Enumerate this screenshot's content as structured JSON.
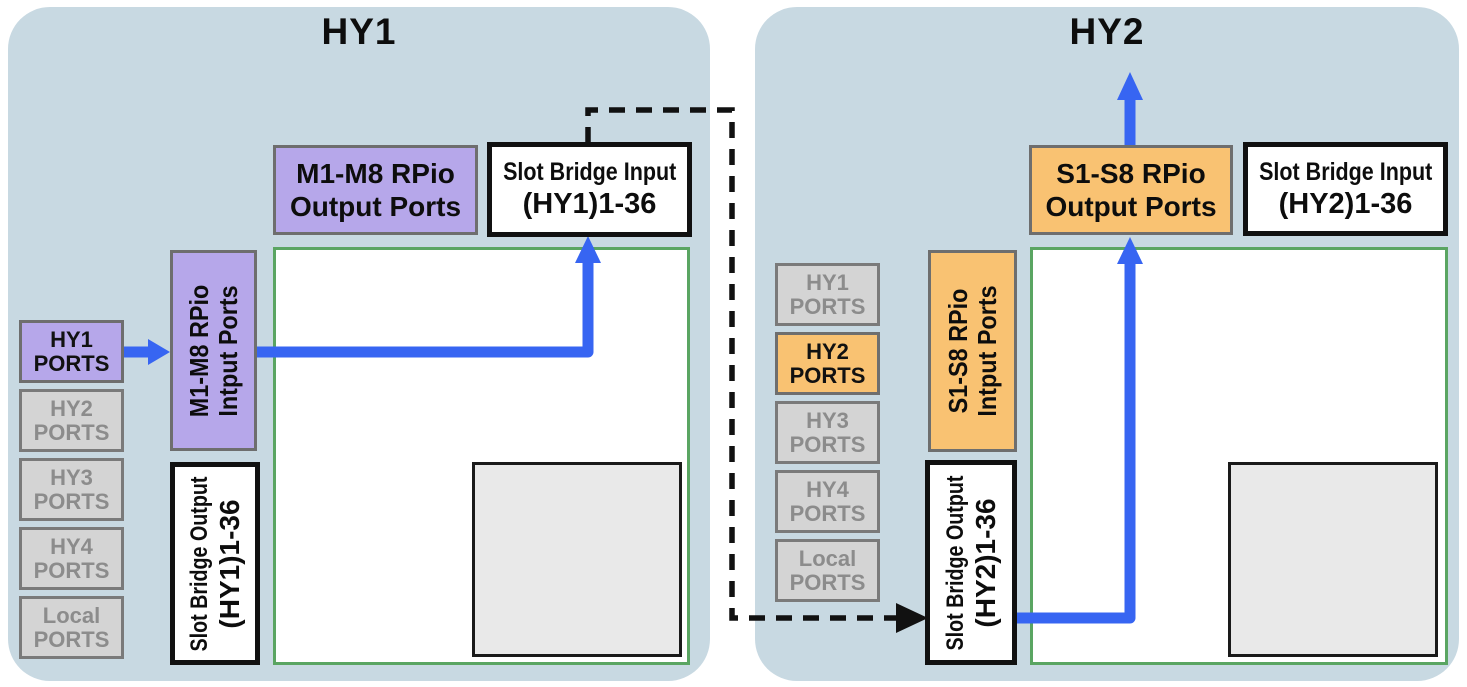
{
  "colors": {
    "panel_bg": "#c8d9e2",
    "purple_accent": "#b6a7ea",
    "orange_accent": "#f9c272",
    "blue_arrow": "#3765f2",
    "green_border": "#5aa562",
    "gray_button_fill": "#d4d4d4",
    "gray_button_text": "#8c8c8c",
    "dashed_line": "#111111"
  },
  "panels": [
    {
      "title": "HY1",
      "ports": [
        {
          "line1": "HY1",
          "line2": "PORTS",
          "highlighted": true
        },
        {
          "line1": "HY2",
          "line2": "PORTS",
          "highlighted": false
        },
        {
          "line1": "HY3",
          "line2": "PORTS",
          "highlighted": false
        },
        {
          "line1": "HY4",
          "line2": "PORTS",
          "highlighted": false
        },
        {
          "line1": "Local",
          "line2": "PORTS",
          "highlighted": false
        }
      ],
      "rpio_output_box": {
        "line1": "M1-M8 RPio",
        "line2": "Output Ports"
      },
      "slot_bridge_input_box": {
        "line1": "Slot Bridge Input",
        "line2": "(HY1)1-36"
      },
      "rpio_input_box": {
        "line1": "M1-M8 RPio",
        "line2": "Intput Ports"
      },
      "slot_bridge_output_box": {
        "line1": "Slot Bridge Output",
        "line2": "(HY1)1-36"
      }
    },
    {
      "title": "HY2",
      "ports": [
        {
          "line1": "HY1",
          "line2": "PORTS",
          "highlighted": false
        },
        {
          "line1": "HY2",
          "line2": "PORTS",
          "highlighted": true
        },
        {
          "line1": "HY3",
          "line2": "PORTS",
          "highlighted": false
        },
        {
          "line1": "HY4",
          "line2": "PORTS",
          "highlighted": false
        },
        {
          "line1": "Local",
          "line2": "PORTS",
          "highlighted": false
        }
      ],
      "rpio_output_box": {
        "line1": "S1-S8 RPio",
        "line2": "Output Ports"
      },
      "slot_bridge_input_box": {
        "line1": "Slot Bridge Input",
        "line2": "(HY2)1-36"
      },
      "rpio_input_box": {
        "line1": "S1-S8 RPio",
        "line2": "Intput Ports"
      },
      "slot_bridge_output_box": {
        "line1": "Slot Bridge Output",
        "line2": "(HY2)1-36"
      }
    }
  ]
}
